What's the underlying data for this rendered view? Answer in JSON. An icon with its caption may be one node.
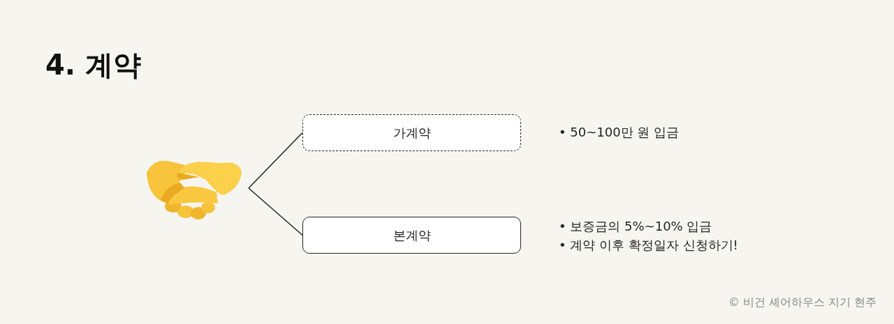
{
  "diagram": {
    "title": "4. 계약",
    "nodes": [
      {
        "text": [],
        "shape": "picture"
      },
      {
        "text": [
          "가계약"
        ],
        "beside": [
          "• 50~100만 원 입금"
        ]
      },
      {
        "text": [
          "본계약"
        ],
        "beside": [
          "• 보증금의 5%~10% 입금",
          "• 계약 이후 확정일자 신청하기!"
        ]
      }
    ],
    "edges": [
      {
        "from": 0,
        "to": 1,
        "arrow": "none"
      },
      {
        "from": 0,
        "to": 2,
        "arrow": "none"
      }
    ],
    "labels": [
      "© 비건 셰어하우스 지기 현주"
    ]
  }
}
